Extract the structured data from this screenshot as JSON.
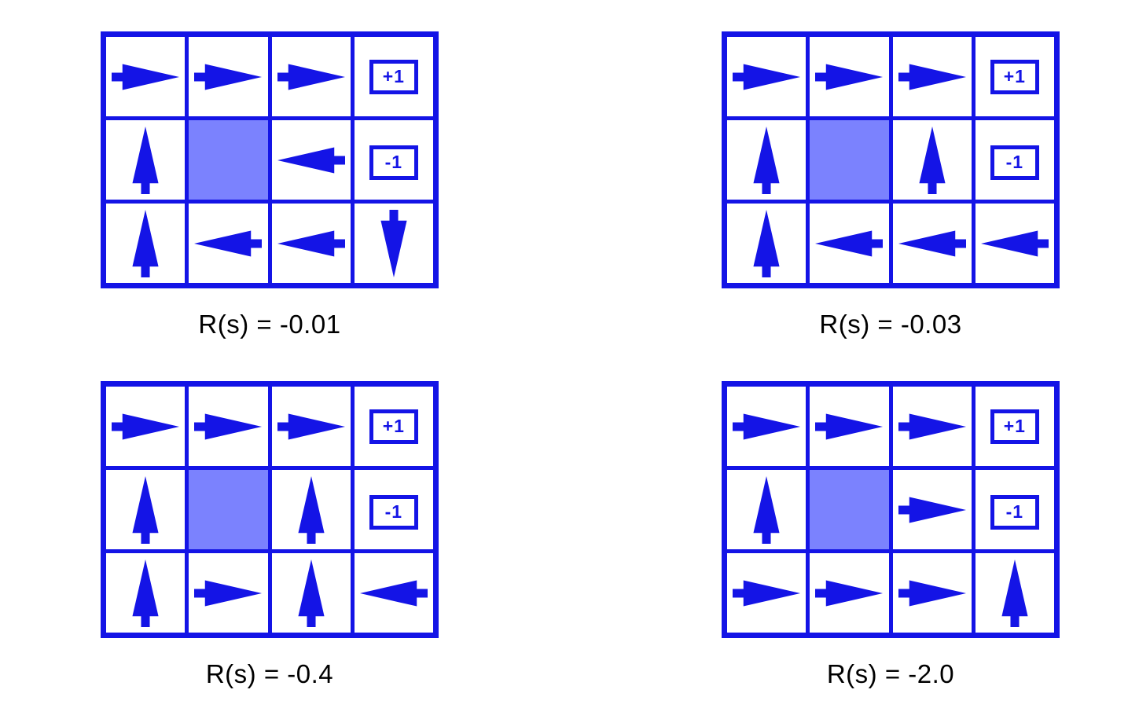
{
  "colors": {
    "arrow_blue": "#1414e6",
    "grid_line": "#1414e6",
    "wall_fill": "#7b82fe",
    "cell_fill": "#ffffff",
    "caption_text": "#000000",
    "background": "#ffffff"
  },
  "figure": {
    "type": "gridworld-policy-panels",
    "grid_rows": 3,
    "grid_cols": 4,
    "wall_cell": {
      "row": 1,
      "col": 1
    },
    "terminal_cells": [
      {
        "row": 0,
        "col": 3,
        "label": "+1"
      },
      {
        "row": 1,
        "col": 3,
        "label": "-1"
      }
    ]
  },
  "panels": [
    {
      "id": "panel-r-0-01",
      "caption": "R(s) = -0.01",
      "reward": -0.01,
      "policy": [
        [
          "right",
          "right",
          "right",
          "terminal:+1"
        ],
        [
          "up",
          "wall",
          "left",
          "terminal:-1"
        ],
        [
          "up",
          "left",
          "left",
          "down"
        ]
      ]
    },
    {
      "id": "panel-r-0-03",
      "caption": "R(s) = -0.03",
      "reward": -0.03,
      "policy": [
        [
          "right",
          "right",
          "right",
          "terminal:+1"
        ],
        [
          "up",
          "wall",
          "up",
          "terminal:-1"
        ],
        [
          "up",
          "left",
          "left",
          "left"
        ]
      ]
    },
    {
      "id": "panel-r-0-4",
      "caption": "R(s) = -0.4",
      "reward": -0.4,
      "policy": [
        [
          "right",
          "right",
          "right",
          "terminal:+1"
        ],
        [
          "up",
          "wall",
          "up",
          "terminal:-1"
        ],
        [
          "up",
          "right",
          "up",
          "left"
        ]
      ]
    },
    {
      "id": "panel-r-2-0",
      "caption": "R(s) = -2.0",
      "reward": -2.0,
      "policy": [
        [
          "right",
          "right",
          "right",
          "terminal:+1"
        ],
        [
          "up",
          "wall",
          "right",
          "terminal:-1"
        ],
        [
          "right",
          "right",
          "right",
          "up"
        ]
      ]
    }
  ],
  "icon_names": {
    "right": "arrow-right-icon",
    "left": "arrow-left-icon",
    "up": "arrow-up-icon",
    "down": "arrow-down-icon"
  }
}
